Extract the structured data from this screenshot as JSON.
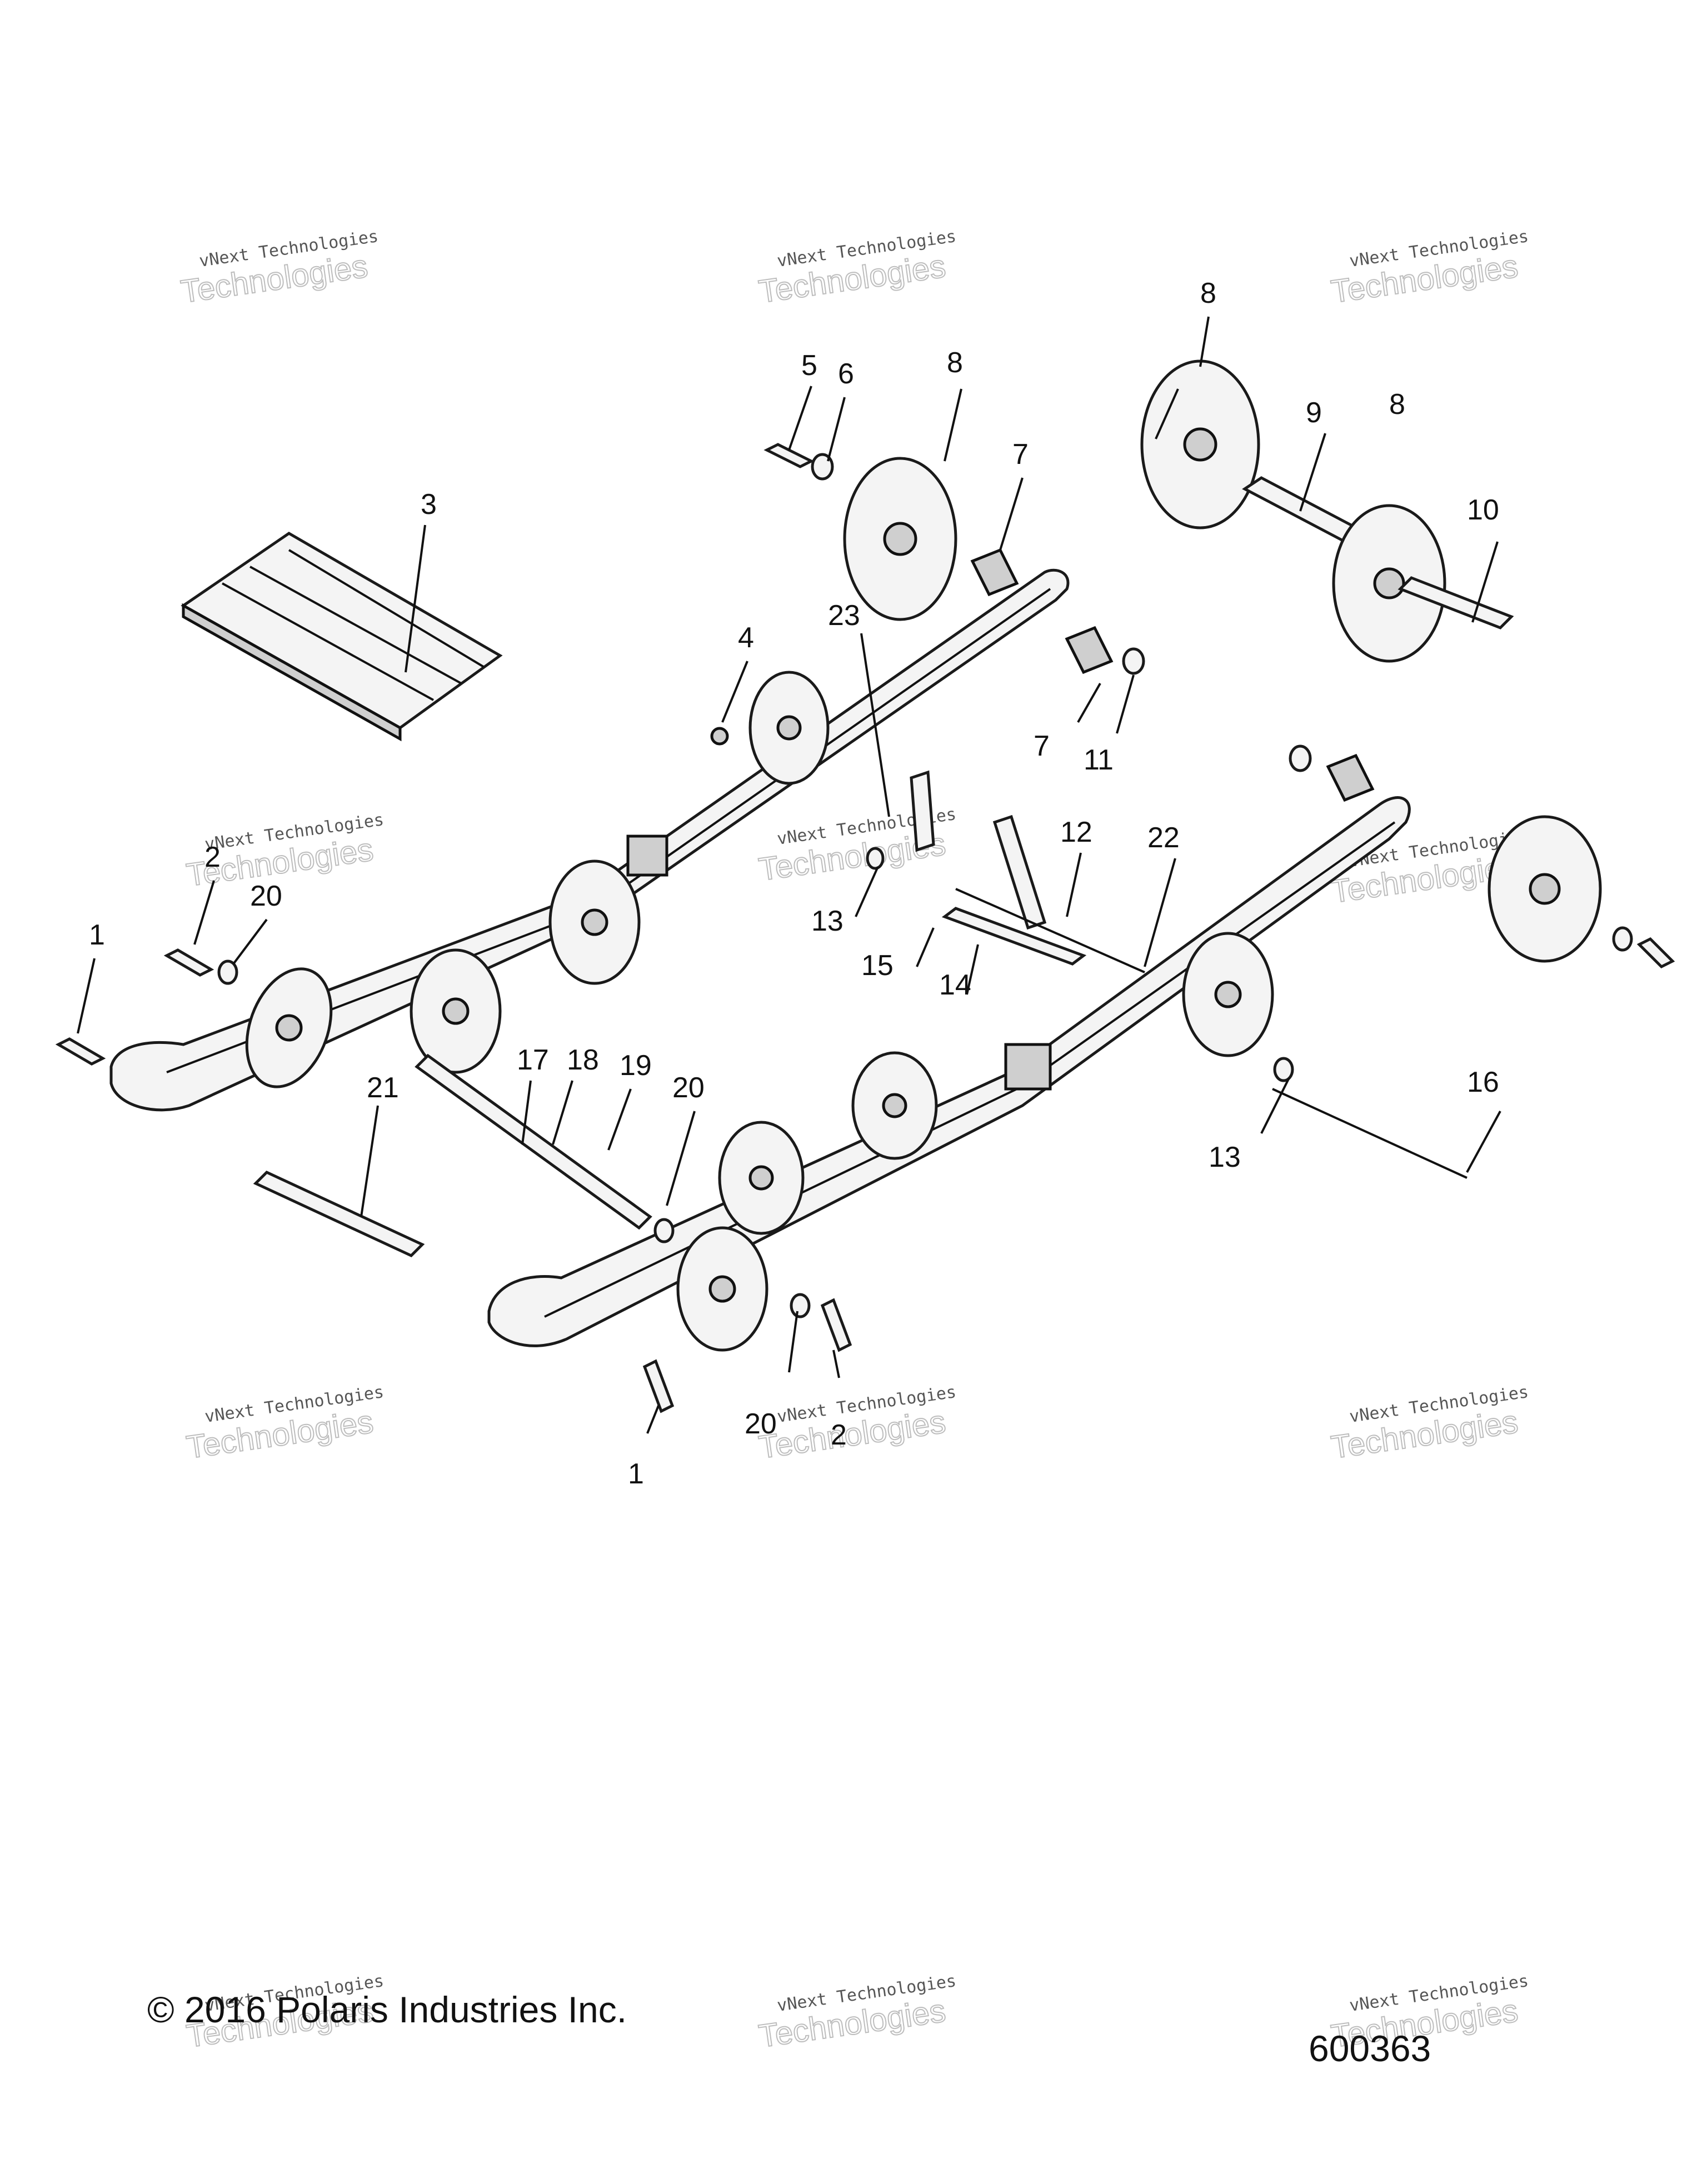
{
  "callouts": [
    "1",
    "2",
    "3",
    "4",
    "5",
    "6",
    "7",
    "8",
    "9",
    "10",
    "11",
    "12",
    "13",
    "14",
    "15",
    "16",
    "17",
    "18",
    "19",
    "20",
    "21",
    "22",
    "23"
  ],
  "watermark": {
    "line1": "vNext Technologies",
    "line2": "Technologies",
    "tag": "vNext"
  },
  "footer": {
    "copyright": "© 2016 Polaris Industries Inc.",
    "figure_number": "600363"
  }
}
